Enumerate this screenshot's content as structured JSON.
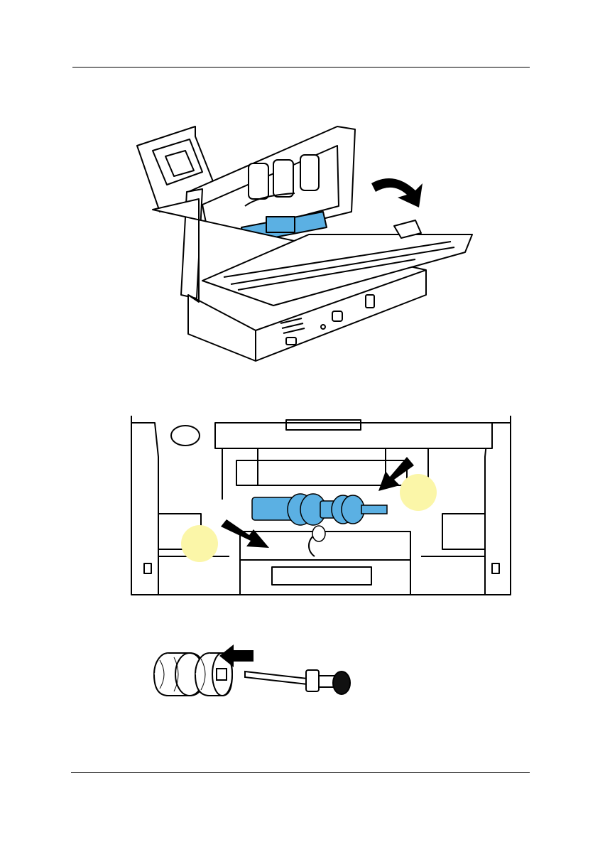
{
  "page": {
    "header_rule": true,
    "footer_rule": true
  },
  "figures": [
    {
      "id": "open-adf-cover",
      "icon": "scanner-adf-open-illustration"
    },
    {
      "id": "remove-roller-module",
      "icon": "adf-roller-closeup-illustration",
      "highlight_color": "#5bb0e3",
      "marker_color": "#fbf6a8"
    },
    {
      "id": "separate-roller-from-shaft",
      "icon": "roller-and-shaft-illustration"
    }
  ],
  "colors": {
    "line": "#000000",
    "roller_blue": "#5bb0e3",
    "marker_yellow": "#fbf6a8"
  }
}
